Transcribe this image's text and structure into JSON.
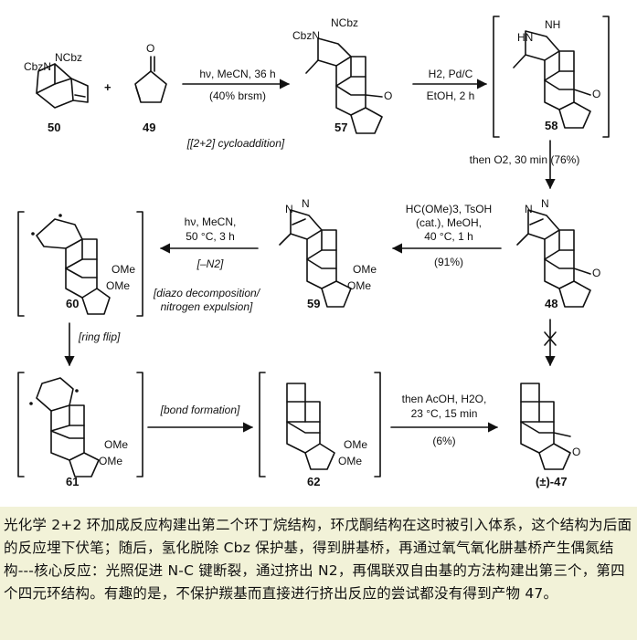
{
  "scheme": {
    "compounds": {
      "c50": "50",
      "c49": "49",
      "c57": "57",
      "c58": "58",
      "c48": "48",
      "c59": "59",
      "c60": "60",
      "c61": "61",
      "c62": "62",
      "c47": "(±)-47"
    },
    "atom_labels": {
      "cbzn_50": "CbzN",
      "ncbz_50": "NCbz",
      "o_49": "O",
      "cbzn_57": "CbzN",
      "ncbz_57": "NCbz",
      "o_57": "O",
      "hn_58": "HN",
      "nh_58": "NH",
      "o_58": "O",
      "n1_48": "N",
      "n2_48": "N",
      "o_48": "O",
      "n1_59": "N",
      "n2_59": "N",
      "ome1_59": "OMe",
      "ome2_59": "OMe",
      "ome1_60": "OMe",
      "ome2_60": "OMe",
      "ome1_61": "OMe",
      "ome2_61": "OMe",
      "ome1_62": "OMe",
      "ome2_62": "OMe",
      "o_47": "O"
    },
    "plus": "+",
    "steps": {
      "s1_line1": "hν, MeCN, 36 h",
      "s1_line2": "(40% brsm)",
      "s1_note": "[[2+2] cycloaddition]",
      "s2_line1": "H2, Pd/C",
      "s2_line2": "EtOH, 2 h",
      "s3_text": "then O2, 30 min  (76%)",
      "s4_line1": "HC(OMe)3, TsOH",
      "s4_line2": "(cat.), MeOH,",
      "s4_line3": "40 °C, 1 h",
      "s4_line4": "(91%)",
      "s5_line1": "hν, MeCN,",
      "s5_line2": "50 °C, 3 h",
      "s5_line3": "[–N2]",
      "s5_note1": "[diazo decomposition/",
      "s5_note2": "nitrogen expulsion]",
      "s6_note": "[ring flip]",
      "s7_note": "[bond formation]",
      "s8_line1": "then AcOH, H2O,",
      "s8_line2": "23 °C, 15 min",
      "s8_line3": "(6%)"
    }
  },
  "caption": "光化学 2+2 环加成反应构建出第二个环丁烷结构，环戊酮结构在这时被引入体系，这个结构为后面的反应埋下伏笔；随后，氢化脱除 Cbz 保护基，得到肼基桥，再通过氧气氧化肼基桥产生偶氮结构---核心反应：光照促进 N-C 键断裂，通过挤出 N2，再偶联双自由基的方法构建出第三个，第四个四元环结构。有趣的是，不保护羰基而直接进行挤出反应的尝试都没有得到产物 47。"
}
